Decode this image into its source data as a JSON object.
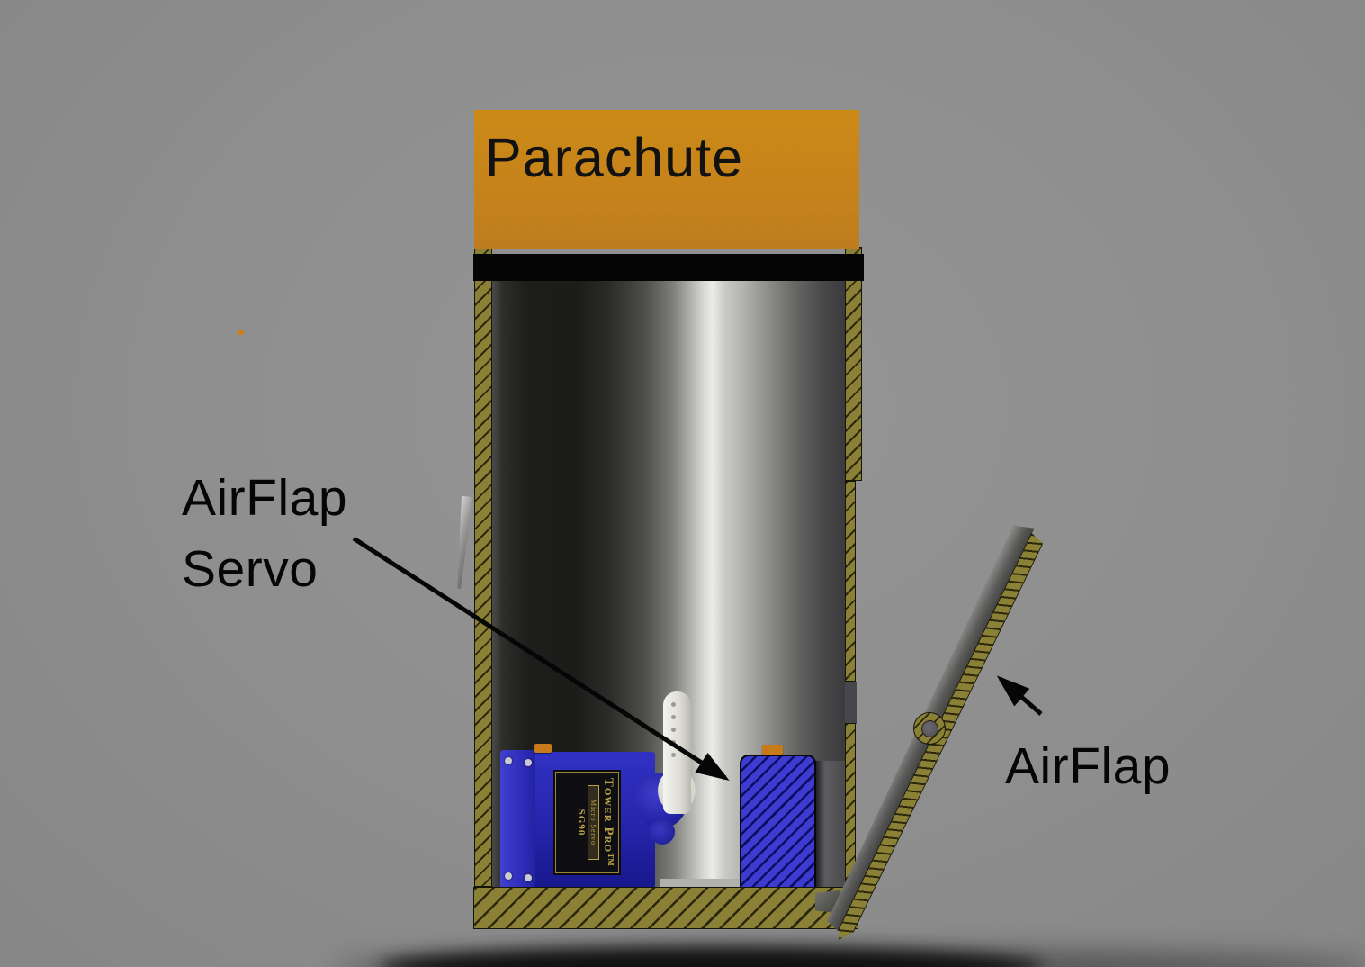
{
  "parachute": {
    "label": "Parachute"
  },
  "annotations": {
    "airflap_servo": {
      "line1": "AirFlap",
      "line2": "Servo"
    },
    "airflap": {
      "label": "AirFlap"
    }
  },
  "servo": {
    "brand": "Tower Pro™",
    "series": "Micro Servo",
    "model": "SG90"
  },
  "colors": {
    "background": "#8e8e8e",
    "parachute_orange": "#c4811c",
    "structure_olive": "#8a8136",
    "hatch_line_dark": "#1c1806",
    "servo_blue": "#2a2ab8",
    "flap_section_blue": "#3c3cd0",
    "servo_label_gold": "#b7a144",
    "annotation_black": "#060606",
    "interior_highlight": "#edebe7"
  }
}
